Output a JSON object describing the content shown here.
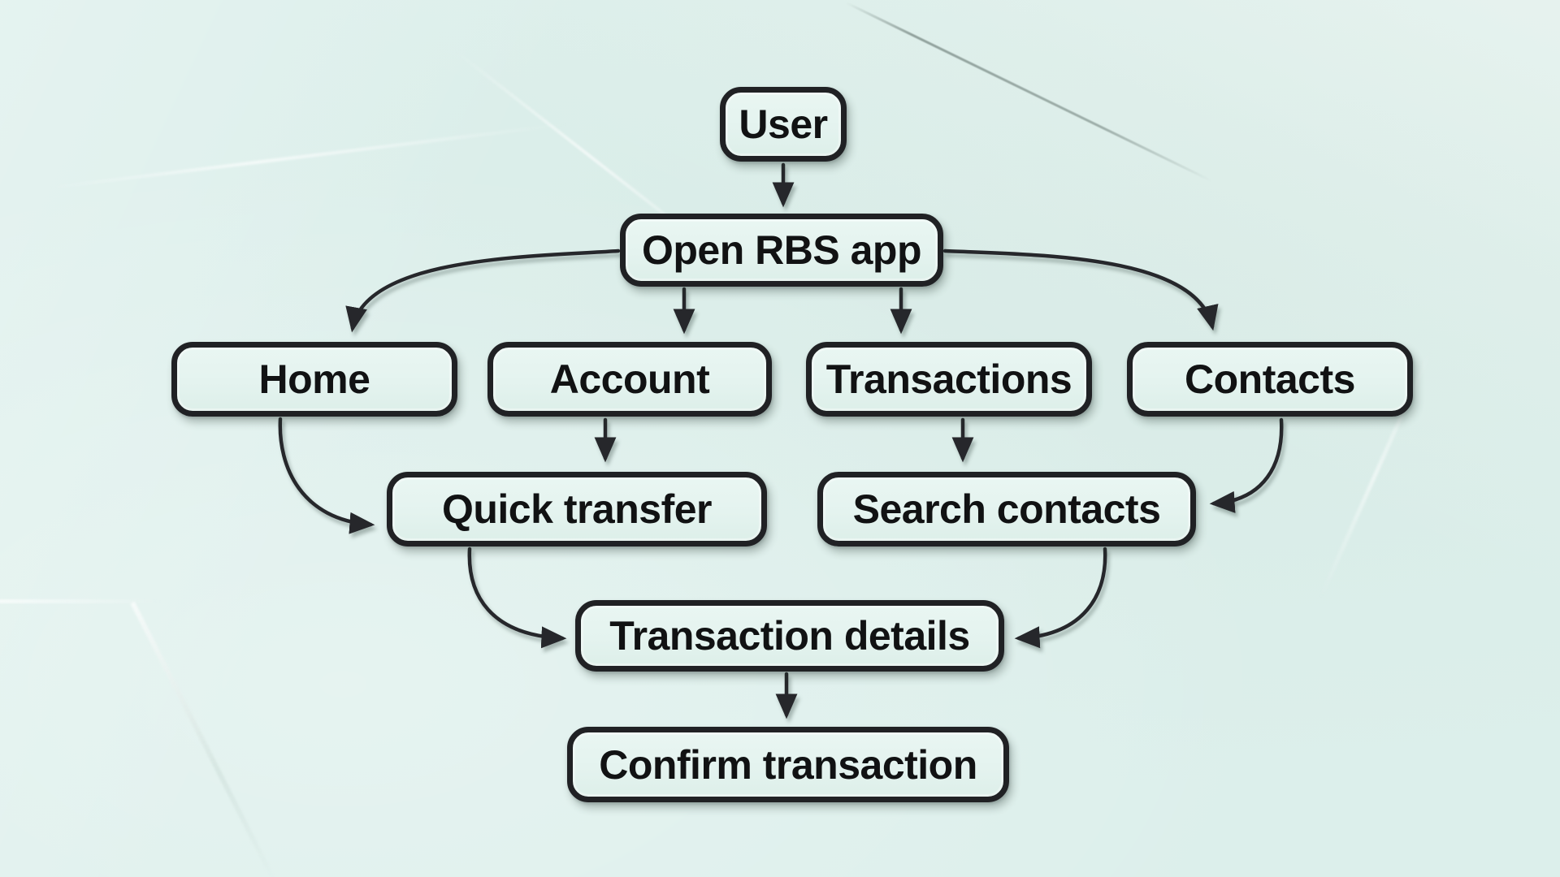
{
  "title": "RBS app navigation flowchart",
  "theme": {
    "background": "#dcefeb",
    "node_fill": "#e4f3ef",
    "node_border": "#202124",
    "arrow": "#26272b",
    "text": "#111213"
  },
  "diagram": {
    "nodes": [
      {
        "id": "user",
        "label": "User"
      },
      {
        "id": "open-rbs-app",
        "label": "Open RBS app"
      },
      {
        "id": "home",
        "label": "Home"
      },
      {
        "id": "account",
        "label": "Account"
      },
      {
        "id": "transactions",
        "label": "Transactions"
      },
      {
        "id": "contacts",
        "label": "Contacts"
      },
      {
        "id": "quick-transfer",
        "label": "Quick transfer"
      },
      {
        "id": "search-contacts",
        "label": "Search contacts"
      },
      {
        "id": "transaction-details",
        "label": "Transaction details"
      },
      {
        "id": "confirm-transaction",
        "label": "Confirm transaction"
      }
    ],
    "edges": [
      {
        "from": "user",
        "to": "open-rbs-app"
      },
      {
        "from": "open-rbs-app",
        "to": "home"
      },
      {
        "from": "open-rbs-app",
        "to": "account"
      },
      {
        "from": "open-rbs-app",
        "to": "transactions"
      },
      {
        "from": "open-rbs-app",
        "to": "contacts"
      },
      {
        "from": "home",
        "to": "quick-transfer"
      },
      {
        "from": "account",
        "to": "quick-transfer"
      },
      {
        "from": "transactions",
        "to": "search-contacts"
      },
      {
        "from": "contacts",
        "to": "search-contacts"
      },
      {
        "from": "quick-transfer",
        "to": "transaction-details"
      },
      {
        "from": "search-contacts",
        "to": "transaction-details"
      },
      {
        "from": "transaction-details",
        "to": "confirm-transaction"
      }
    ]
  }
}
